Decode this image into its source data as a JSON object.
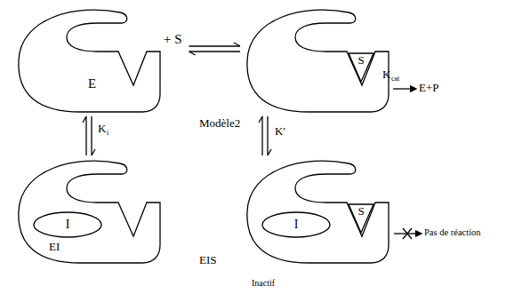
{
  "diagram": {
    "nodes": [
      {
        "text": [
          "E"
        ]
      },
      {
        "text": [
          "S"
        ]
      },
      {
        "text": [
          "EI"
        ]
      },
      {
        "text": [
          "I"
        ],
        "in": 2
      },
      {
        "text": [
          "EIS",
          "S"
        ]
      },
      {
        "text": [
          "I"
        ],
        "in": 4
      }
    ],
    "edges": [
      {
        "from": 0,
        "to": 1,
        "arrow": "both"
      },
      {
        "from": 0,
        "to": 2,
        "arrow": "both"
      },
      {
        "from": 1,
        "to": 4,
        "arrow": "both"
      }
    ],
    "labels": [
      "+ S",
      "K",
      "cat",
      "E+P",
      "Modèle2",
      "K",
      "i",
      "K'",
      "Inactif",
      "Pas de réaction"
    ]
  }
}
